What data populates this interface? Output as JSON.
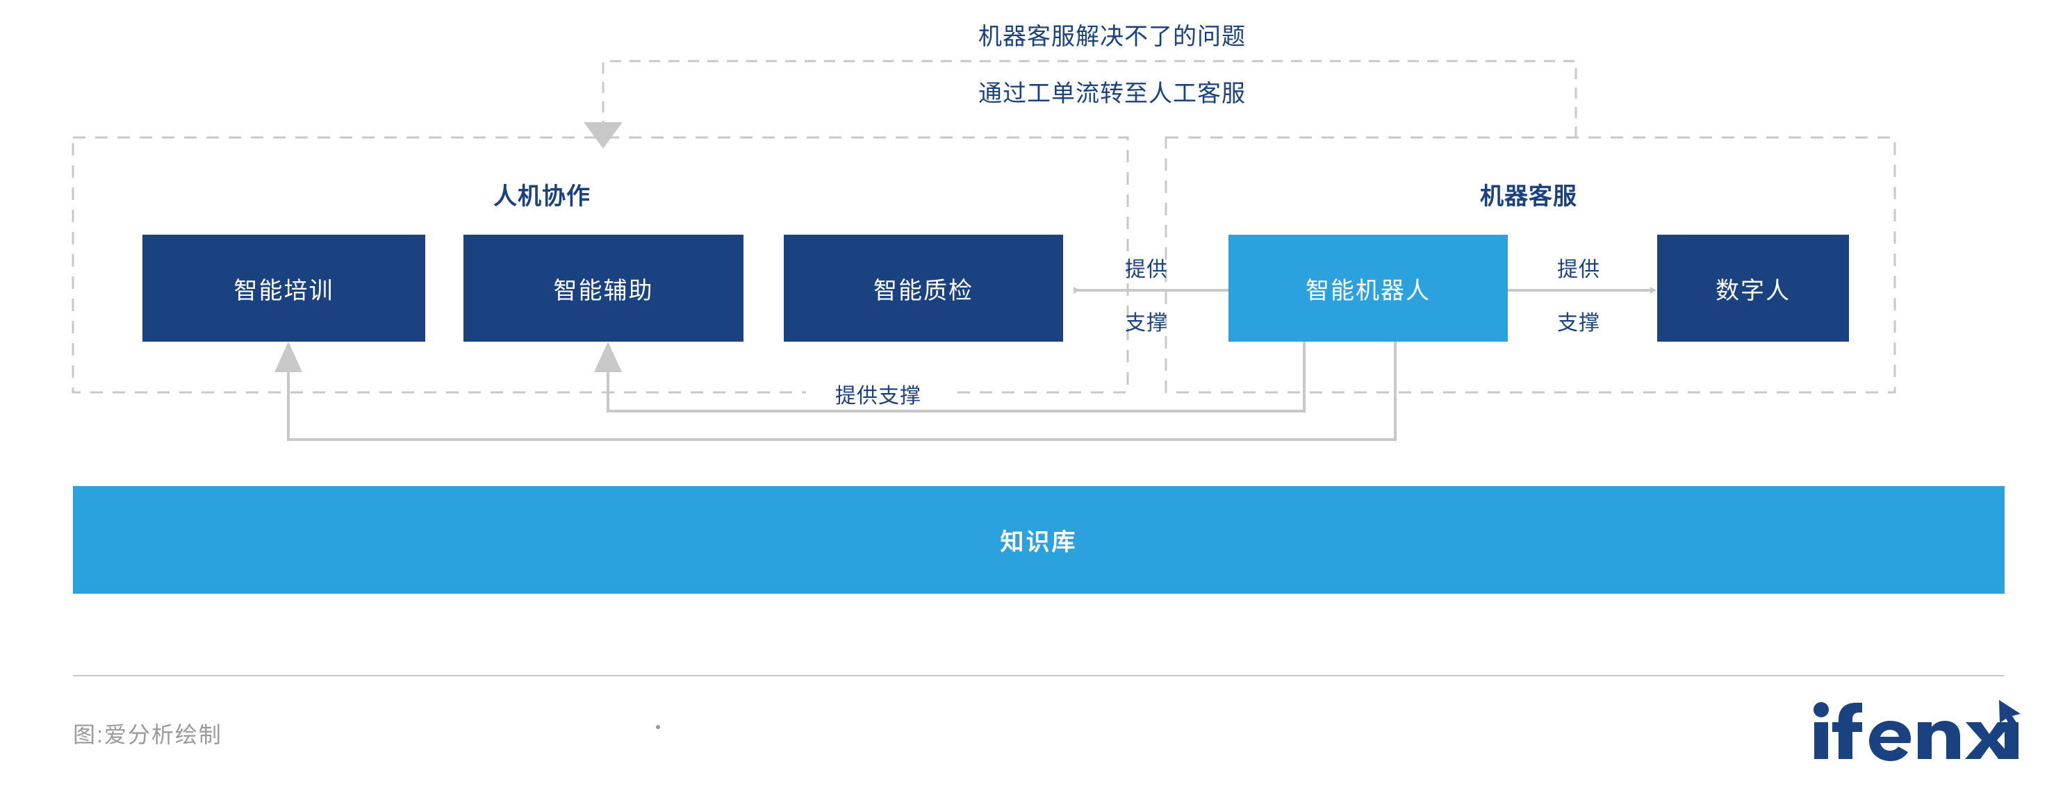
{
  "diagram": {
    "top_note": {
      "line1": "机器客服解决不了的问题",
      "line2": "通过工单流转至人工客服"
    },
    "groups": [
      {
        "id": "human-machine",
        "title": "人机协作"
      },
      {
        "id": "machine-service",
        "title": "机器客服"
      }
    ],
    "nodes": [
      {
        "id": "smart-training",
        "label": "智能培训",
        "style": "dark"
      },
      {
        "id": "smart-assist",
        "label": "智能辅助",
        "style": "dark"
      },
      {
        "id": "smart-qc",
        "label": "智能质检",
        "style": "dark"
      },
      {
        "id": "smart-robot",
        "label": "智能机器人",
        "style": "light"
      },
      {
        "id": "digital-human",
        "label": "数字人",
        "style": "dark"
      }
    ],
    "edge_labels": {
      "left_provide": "提供",
      "left_support": "支撑",
      "right_provide": "提供",
      "right_support": "支撑",
      "bottom_support": "提供支撑"
    },
    "knowledge_base": {
      "label": "知识库"
    },
    "footer": {
      "credit": "图:爱分析绘制",
      "logo_text": "ifenxi"
    },
    "colors": {
      "navy": "#1B4280",
      "light_blue": "#2BA1DE",
      "line_gray": "#c8c8c8",
      "footer_gray": "#9a9a9a"
    }
  }
}
